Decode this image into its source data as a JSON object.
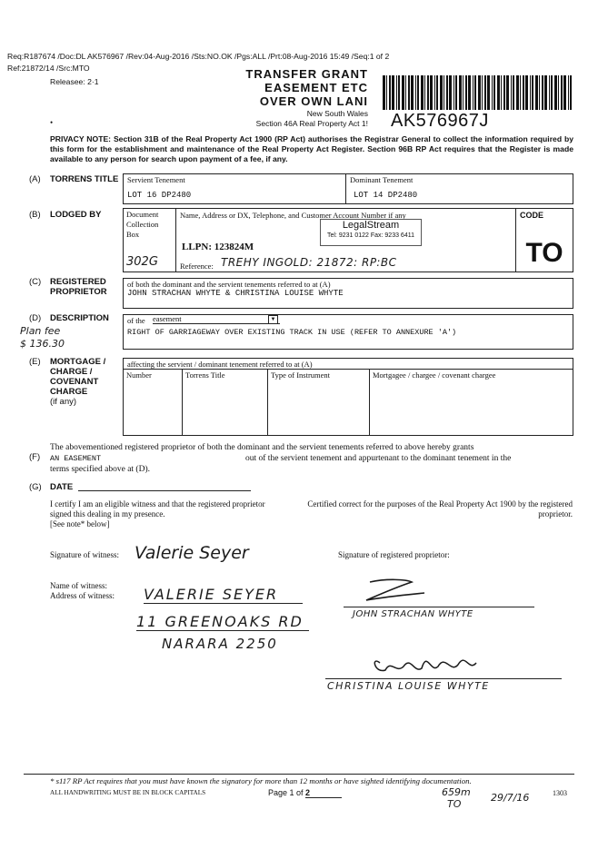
{
  "header": {
    "req_line": "Req:R187674 /Doc:DL AK576967 /Rev:04-Aug-2016 /Sts:NO.OK /Pgs:ALL /Prt:08-Aug-2016 15:49 /Seq:1 of 2",
    "ref_line": "Ref:21872/14 /Src:M",
    "form_code": "TO",
    "release": "Releasee: 2·1",
    "title_1": "TRANSFER GRANT",
    "title_2": "EASEMENT ETC",
    "title_3": "OVER OWN LANI",
    "state": "New South Wales",
    "section": "Section 46A Real Property Act 1!",
    "dealing_number": "AK576967J"
  },
  "privacy": {
    "text": "PRIVACY NOTE: Section 31B of the Real Property Act 1900 (RP Act) authorises the Registrar General to collect the information required by this form for the establishment and maintenance of the Real Property Act Register. Section 96B RP Act requires that the Register is made available to any person for search upon payment of a fee, if any."
  },
  "section_a": {
    "letter": "(A)",
    "label": "TORRENS TITLE",
    "servient_head": "Servient Tenement",
    "servient_value": "LOT 16 DP2480",
    "dominant_head": "Dominant Tenement",
    "dominant_value": "LOT 14 DP2480"
  },
  "section_b": {
    "letter": "(B)",
    "label": "LODGED BY",
    "doc_box_1": "Document",
    "doc_box_2": "Collection",
    "doc_box_3": "Box",
    "name_head": "Name, Address or DX, Telephone, and Customer Account Number if any",
    "stamp_name": "LegalStream",
    "stamp_tel": "Tel: 9231 0122  Fax: 9233 6411",
    "llpn": "LLPN: 123824M",
    "box_number": "302G",
    "reference_label": "Reference:",
    "reference_value": "TREHY INGOLD: 21872: RP:BC",
    "code_head": "CODE",
    "code_value": "TO"
  },
  "section_c": {
    "letter": "(C)",
    "label_1": "REGISTERED",
    "label_2": "PROPRIETOR",
    "line1": "of both the dominant and the servient tenements referred to at (A)",
    "line2": "JOHN STRACHAN WHYTE & CHRISTINA LOUISE WHYTE"
  },
  "section_d": {
    "letter": "(D)",
    "label": "DESCRIPTION",
    "note_1": "Plan fee",
    "note_2": "$ 136.30",
    "of_the": "of the",
    "select_value": "easement",
    "description": "RIGHT OF GARRIAGEWAY OVER EXISTING TRACK IN USE (REFER TO ANNEXURE 'A')"
  },
  "section_e": {
    "letter": "(E)",
    "label_1": "MORTGAGE /",
    "label_2": "CHARGE /",
    "label_3": "COVENANT",
    "label_4": "CHARGE",
    "label_5": "(if any)",
    "affecting": "affecting the servient / dominant tenement referred to at (A)",
    "col_number": "Number",
    "col_title": "Torrens Title",
    "col_instrument": "Type of Instrument",
    "col_party": "Mortgagee / chargee / covenant chargee"
  },
  "section_f": {
    "letter": "(F)",
    "line1": "The abovementioned registered proprietor of both the dominant and the servient tenements referred to above hereby grants",
    "grant_value": "AN EASEMENT",
    "line2_rest": "out of the servient tenement and appurtenant to the dominant tenement in the",
    "line3": "terms specified above at (D)."
  },
  "section_g": {
    "letter": "(G)",
    "label": "DATE",
    "certify_left": "I certify I am an eligible witness and that the registered proprietor signed this dealing in my presence.",
    "see_note": "[See note* below]",
    "certify_right": "Certified correct for the purposes of the Real Property Act 1900 by the registered proprietor.",
    "sig_witness_label": "Signature of witness:",
    "sig_witness_value": "Valerie Seyer",
    "sig_proprietor_label": "Signature of registered proprietor:",
    "name_witness_label": "Name of witness:",
    "address_witness_label": "Address of witness:",
    "witness_name": "VALERIE SEYER",
    "witness_addr_1": "11 GREENOAKS RD",
    "witness_addr_2": "NARARA 2250",
    "proprietor_1": "JOHN STRACHAN WHYTE",
    "proprietor_2": "CHRISTINA LOUISE WHYTE"
  },
  "footer": {
    "note": "* s117 RP Act requires that you must have known the signatory for more than 12 months or have sighted identifying documentation.",
    "block_caps": "ALL HANDWRITING MUST BE IN BLOCK CAPITALS",
    "page_of": "Page 1 of",
    "page_total": "2",
    "initials": "659m",
    "to_mark": "TO",
    "date_mark": "29/7/16",
    "form_num": "1303"
  }
}
